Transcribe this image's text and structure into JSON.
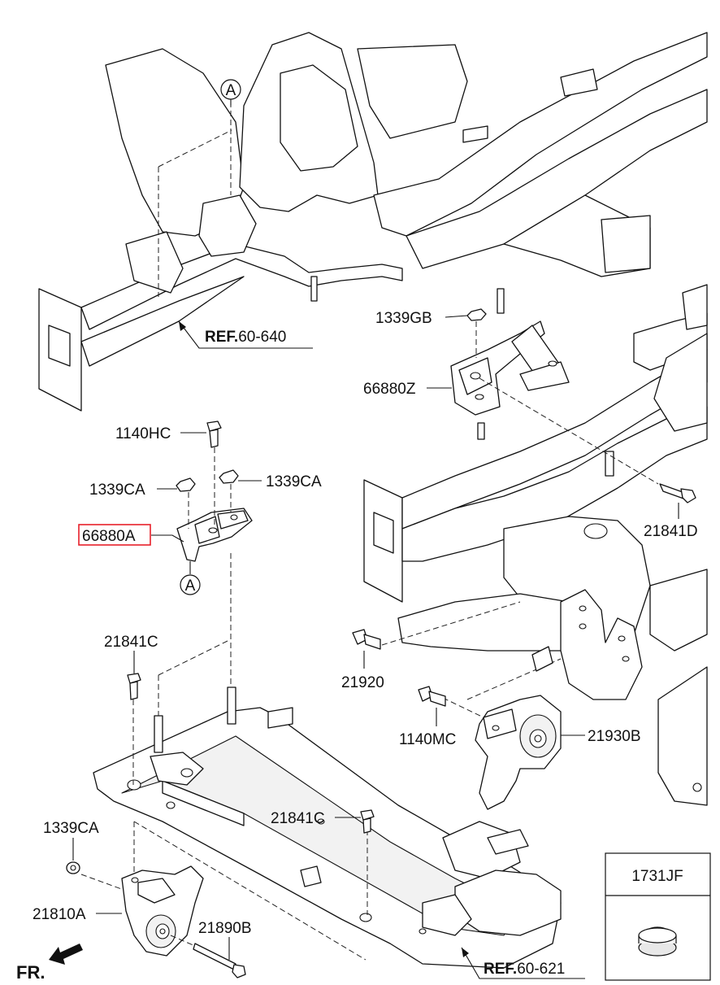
{
  "labels": {
    "ref_60_640_bold": "REF.",
    "ref_60_640_num": "60-640",
    "ref_60_621_bold": "REF.",
    "ref_60_621_num": "60-621",
    "p1339GB": "1339GB",
    "p66880Z": "66880Z",
    "p1140HC": "1140HC",
    "p1339CA_left": "1339CA",
    "p1339CA_right": "1339CA",
    "p66880A": "66880A",
    "p21841D": "21841D",
    "p21841C_top": "21841C",
    "p21920": "21920",
    "p1140MC": "1140MC",
    "p21930B": "21930B",
    "p21841C_mid": "21841C",
    "p1339CA_bottom": "1339CA",
    "p21810A": "21810A",
    "p21890B": "21890B",
    "p1731JF": "1731JF",
    "callout_a_top": "A",
    "callout_a_bottom": "A",
    "front": "FR."
  },
  "colors": {
    "highlight": "#e8202a",
    "line": "#111111"
  },
  "icons": {
    "front": "arrow-front-icon"
  }
}
